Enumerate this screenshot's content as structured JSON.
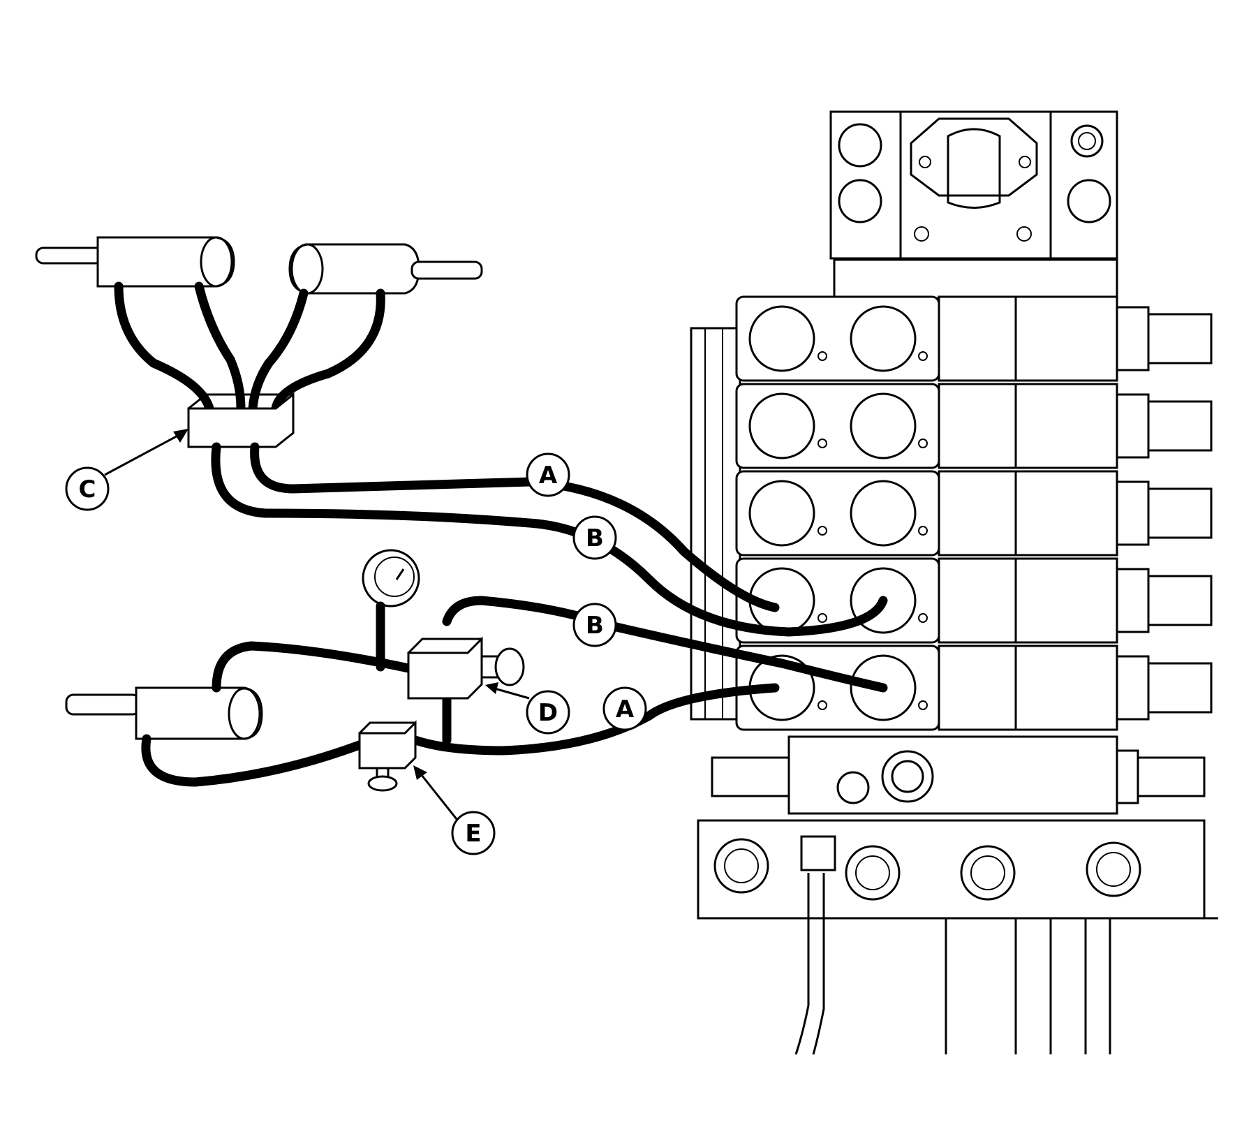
{
  "callouts": {
    "a_upper": "A",
    "b_upper": "B",
    "b_lower": "B",
    "a_lower": "A",
    "c": "C",
    "d": "D",
    "e": "E"
  },
  "colors": {
    "ink": "#000000",
    "paper": "#ffffff"
  }
}
